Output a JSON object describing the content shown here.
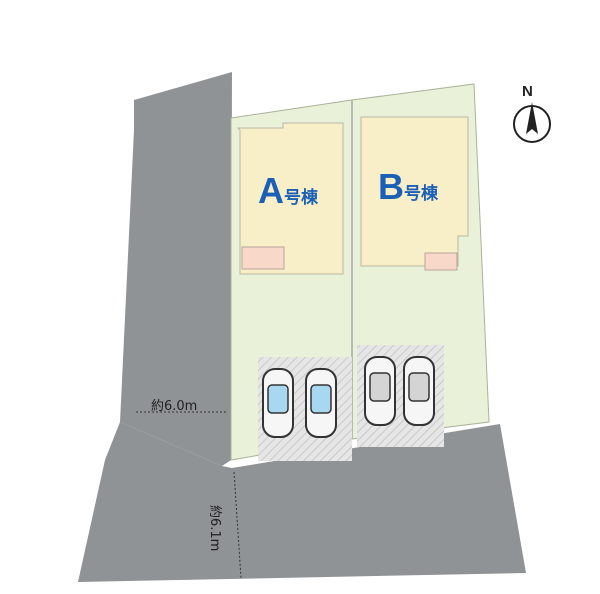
{
  "compass": {
    "label": "N",
    "icon": "north-arrow-icon"
  },
  "lots": [
    {
      "letter": "A",
      "suffix": "号棟"
    },
    {
      "letter": "B",
      "suffix": "号棟"
    }
  ],
  "dimensions": {
    "west_road_width": "約6.0m",
    "south_road_width": "約6.1m"
  },
  "colors": {
    "road": "#8f9395",
    "lot": "#eaf1d9",
    "building": "#f8efc9",
    "parking": "#e8e8e8",
    "accent": "#1c5fb6",
    "entrance": "#f8d8c8"
  }
}
